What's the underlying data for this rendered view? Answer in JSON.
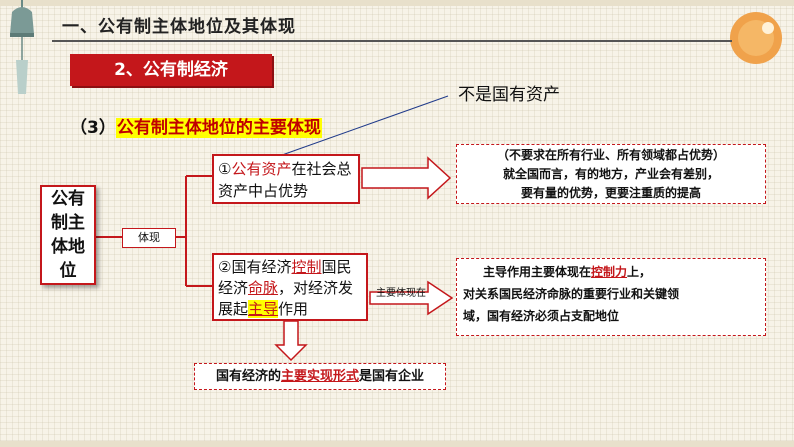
{
  "header": {
    "section_title": "一、公有制主体地位及其体现"
  },
  "banner": {
    "label": "2、公有制经济"
  },
  "callout": {
    "text": "不是国有资产"
  },
  "subheading": {
    "prefix": "（3）",
    "text": "公有制主体地位的主要体现"
  },
  "main_node": {
    "text": "公有制主体地位"
  },
  "link_label": "体现",
  "point1": {
    "num": "①",
    "em": "公有资产",
    "rest": "在社会总资产中占优势"
  },
  "point1_note": {
    "lines": [
      "（不要求在所有行业、所有领域都占优势）",
      "就全国而言，有的地方，产业会有差别，",
      "要有量的优势，更要注重质的提高"
    ]
  },
  "point2": {
    "num": "②",
    "a": "国有经济",
    "b": "控制",
    "c": "国民经济",
    "d": "命脉",
    "e": "，对经济发展起",
    "f": "主导",
    "g": "作用"
  },
  "arrow2_label": "主要体现在",
  "point2_note": {
    "line1_a": "主导作用主要体现在",
    "line1_b": "控制力",
    "line1_c": "上，",
    "line2": "对关系国民经济命脉的重要行业和关键领",
    "line3": "域，国有经济必须占支配地位"
  },
  "bottom": {
    "a": "国有经济的",
    "b": "主要实现形式",
    "c": "是国有企业"
  },
  "colors": {
    "accent_red": "#c4171b",
    "highlight_yellow": "#ffff00",
    "background": "#f7f3e8"
  },
  "icons": [
    "wind-chime-icon",
    "orange-sun-decoration-icon"
  ]
}
